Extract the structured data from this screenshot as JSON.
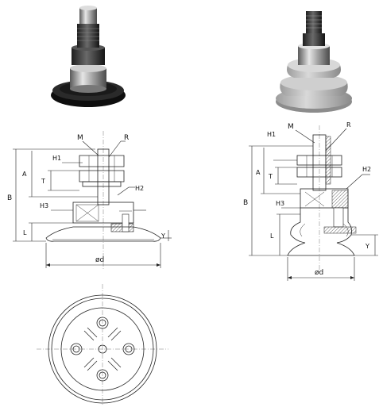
{
  "figures": {
    "photo_flat": {
      "name": "flat-suction-cup-photo"
    },
    "photo_bellows": {
      "name": "bellows-suction-cup-photo"
    }
  },
  "left_drawing": {
    "labels": {
      "M": "M",
      "R": "R",
      "H1": "H1",
      "H2": "H2",
      "H3": "H3",
      "A": "A",
      "T": "T",
      "B": "B",
      "L": "L",
      "Y": "Y",
      "od": "ød"
    }
  },
  "right_drawing": {
    "labels": {
      "M": "M",
      "R": "R",
      "H1": "H1",
      "H2": "H2",
      "H3": "H3",
      "A": "A",
      "T": "T",
      "B": "B",
      "L": "L",
      "Y": "Y",
      "od": "ød"
    }
  },
  "colors": {
    "line": "#222222",
    "rubber_black": "#1a1a1a",
    "rubber_grey": "#bfbfbf",
    "metal": "#9a9a9a",
    "hatch": "#555555"
  }
}
